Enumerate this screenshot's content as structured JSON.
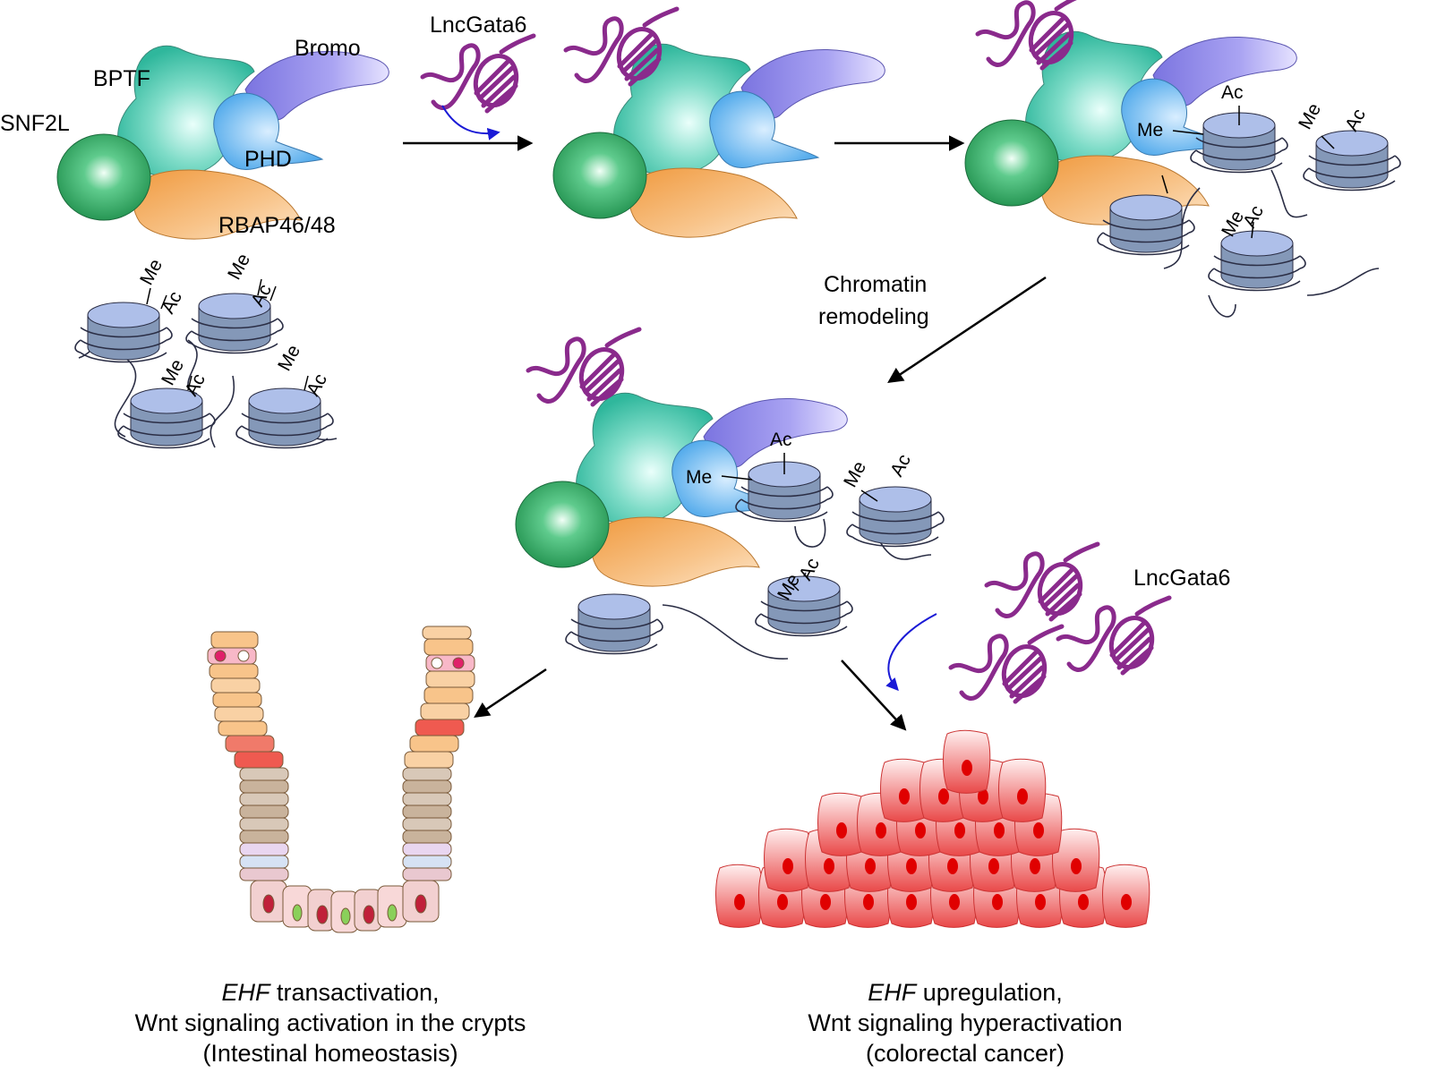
{
  "labels": {
    "snf2l": "SNF2L",
    "bptf": "BPTF",
    "bromo": "Bromo",
    "phd": "PHD",
    "rbap": "RBAP46/48",
    "lnc_top": "LncGata6",
    "lnc_right": "LncGata6",
    "chromatin_line1": "Chromatin",
    "chromatin_line2": "remodeling",
    "me": "Me",
    "ac": "Ac"
  },
  "captions": {
    "left": {
      "gene": "EHF",
      "line1_rest": " transactivation,",
      "line2": "Wnt signaling activation in the crypts",
      "line3": "(Intestinal homeostasis)"
    },
    "right": {
      "gene": "EHF",
      "line1_rest": " upregulation,",
      "line2": "Wnt signaling hyperactivation",
      "line3": "(colorectal cancer)"
    }
  },
  "colors": {
    "snf2l": "#2eaa5e",
    "bptf": "#4ecdb5",
    "bromo": "#8e86e8",
    "phd": "#6ab7ee",
    "rbap": "#f3a857",
    "lncrna": "#8a2a8c",
    "nucleosome": "#9fb0e0",
    "curved_arrow": "#1a1ad6",
    "tumor_cell": "#e94848"
  }
}
